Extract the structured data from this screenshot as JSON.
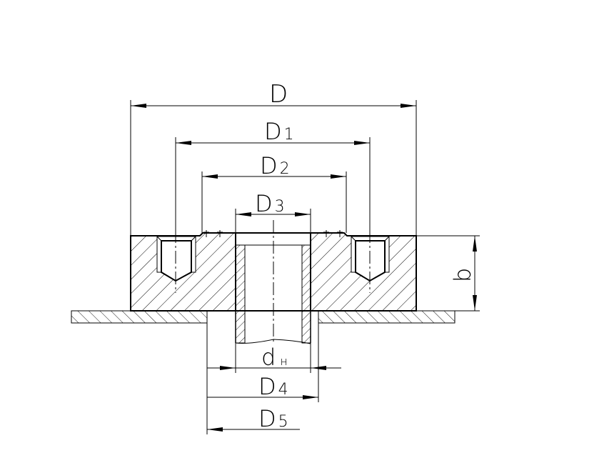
{
  "labels": {
    "D": "D",
    "D1": {
      "main": "D",
      "sub": "1"
    },
    "D2": {
      "main": "D",
      "sub": "2"
    },
    "D3": {
      "main": "D",
      "sub": "3"
    },
    "dn": {
      "main": "d",
      "sub": "н"
    },
    "D4": {
      "main": "D",
      "sub": "4"
    },
    "D5": {
      "main": "D",
      "sub": "5"
    },
    "b": "b"
  },
  "colors": {
    "line": "#000000",
    "background": "#ffffff"
  }
}
